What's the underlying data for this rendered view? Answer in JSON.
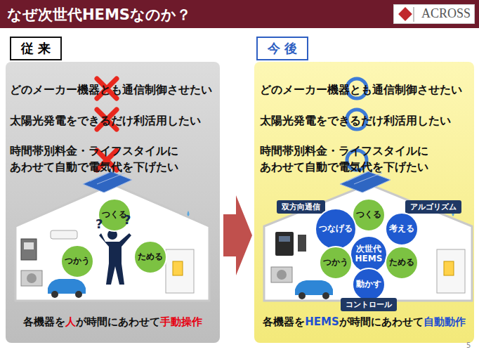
{
  "diagram": {
    "title": "なぜ次世代HEMSなのか？",
    "nodes": [
      {
        "text": [
          "従 来"
        ]
      },
      {
        "text": [
          "どのメーカー機器とも通信制御させたい",
          "太陽光発電をできるだけ利活用したい",
          "時間帯別料金・ライフスタイルに あわせて自動で電気代を下げたい",
          "各機器を人が時間にあわせて手動操作"
        ]
      },
      {
        "text": [
          "つくる"
        ],
        "in": 1
      },
      {
        "text": [
          "つかう"
        ],
        "in": 1
      },
      {
        "text": [
          "ためる"
        ],
        "in": 1
      },
      {
        "text": [
          "今 後"
        ]
      },
      {
        "text": [
          "どのメーカー機器とも通信制御させたい",
          "太陽光発電をできるだけ利活用したい",
          "時間帯別料金・ライフスタイルに あわせて自動で電気代を下げたい",
          "各機器をHEMSが時間にあわせて自動動作"
        ]
      },
      {
        "text": [
          "双方向通信"
        ],
        "in": 6
      },
      {
        "text": [
          "つくる"
        ],
        "in": 6
      },
      {
        "text": [
          "アルゴリズム"
        ],
        "in": 6
      },
      {
        "text": [
          "つなげる"
        ],
        "in": 6
      },
      {
        "text": [
          "考える"
        ],
        "in": 6
      },
      {
        "text": [
          "次世代 HEMS"
        ],
        "in": 6
      },
      {
        "text": [
          "つかう"
        ],
        "in": 6
      },
      {
        "text": [
          "ためる"
        ],
        "in": 6
      },
      {
        "text": [
          "動かす"
        ],
        "in": 6
      },
      {
        "text": [
          "コントロール"
        ],
        "in": 6
      }
    ],
    "labels": [
      "ACROSS",
      "5",
      "?",
      "?"
    ]
  }
}
